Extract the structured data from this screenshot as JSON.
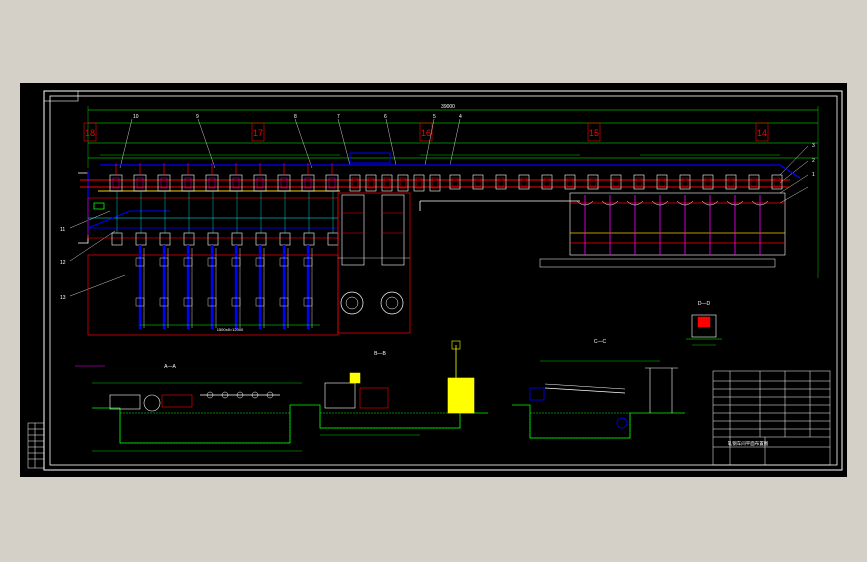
{
  "app": {
    "background_color": "#d4d0c8",
    "viewport_color": "#000000"
  },
  "colors": {
    "frame": "#ffffff",
    "dimension": "#00ff00",
    "equipment": "#ffffff",
    "pipe": "#ff0000",
    "rail": "#ffcc00",
    "link": "#0000ff",
    "accent": "#ffff00",
    "magenta": "#ff00ff",
    "cyan": "#00ffff"
  },
  "plan": {
    "overall_dim": "39000",
    "zone_numbers": [
      "18",
      "17",
      "16",
      "15",
      "14"
    ],
    "callouts": [
      "10",
      "9",
      "8",
      "7",
      "6",
      "5",
      "4",
      "3",
      "2",
      "1",
      "11",
      "12",
      "13"
    ],
    "bottom_dim": "1500x8=12000"
  },
  "sections": {
    "a": {
      "label": "A—A"
    },
    "b": {
      "label": "B—B"
    },
    "c": {
      "label": "C—C"
    },
    "d": {
      "label": "D—D"
    }
  },
  "title_block": {
    "title": "轧钢车间平面布置图"
  }
}
